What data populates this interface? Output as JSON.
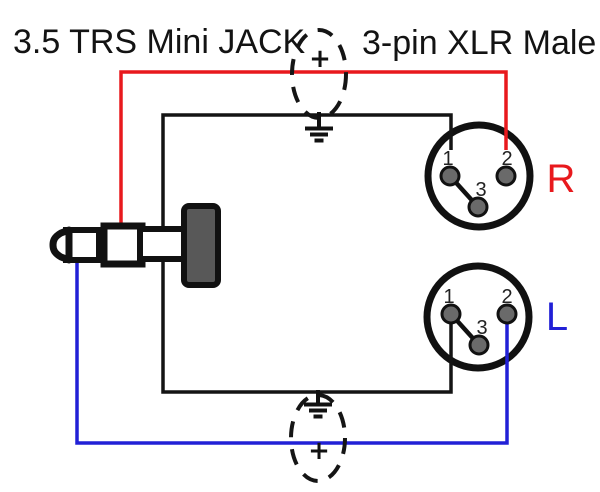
{
  "titles": {
    "jack": "3.5 TRS Mini JACK",
    "xlr": "3-pin XLR Male"
  },
  "connectors": {
    "xlr_right": {
      "channel_label": "R",
      "pin1": "1",
      "pin2": "2",
      "pin3": "3"
    },
    "xlr_left": {
      "channel_label": "L",
      "pin1": "1",
      "pin2": "2",
      "pin3": "3"
    }
  },
  "symbols": {
    "plus_top": "+",
    "plus_bottom": "+"
  },
  "colors": {
    "right": "#e8191d",
    "left": "#2120d6",
    "ground": "#141414",
    "pin": "#6a6a6a",
    "handle": "#585858"
  }
}
